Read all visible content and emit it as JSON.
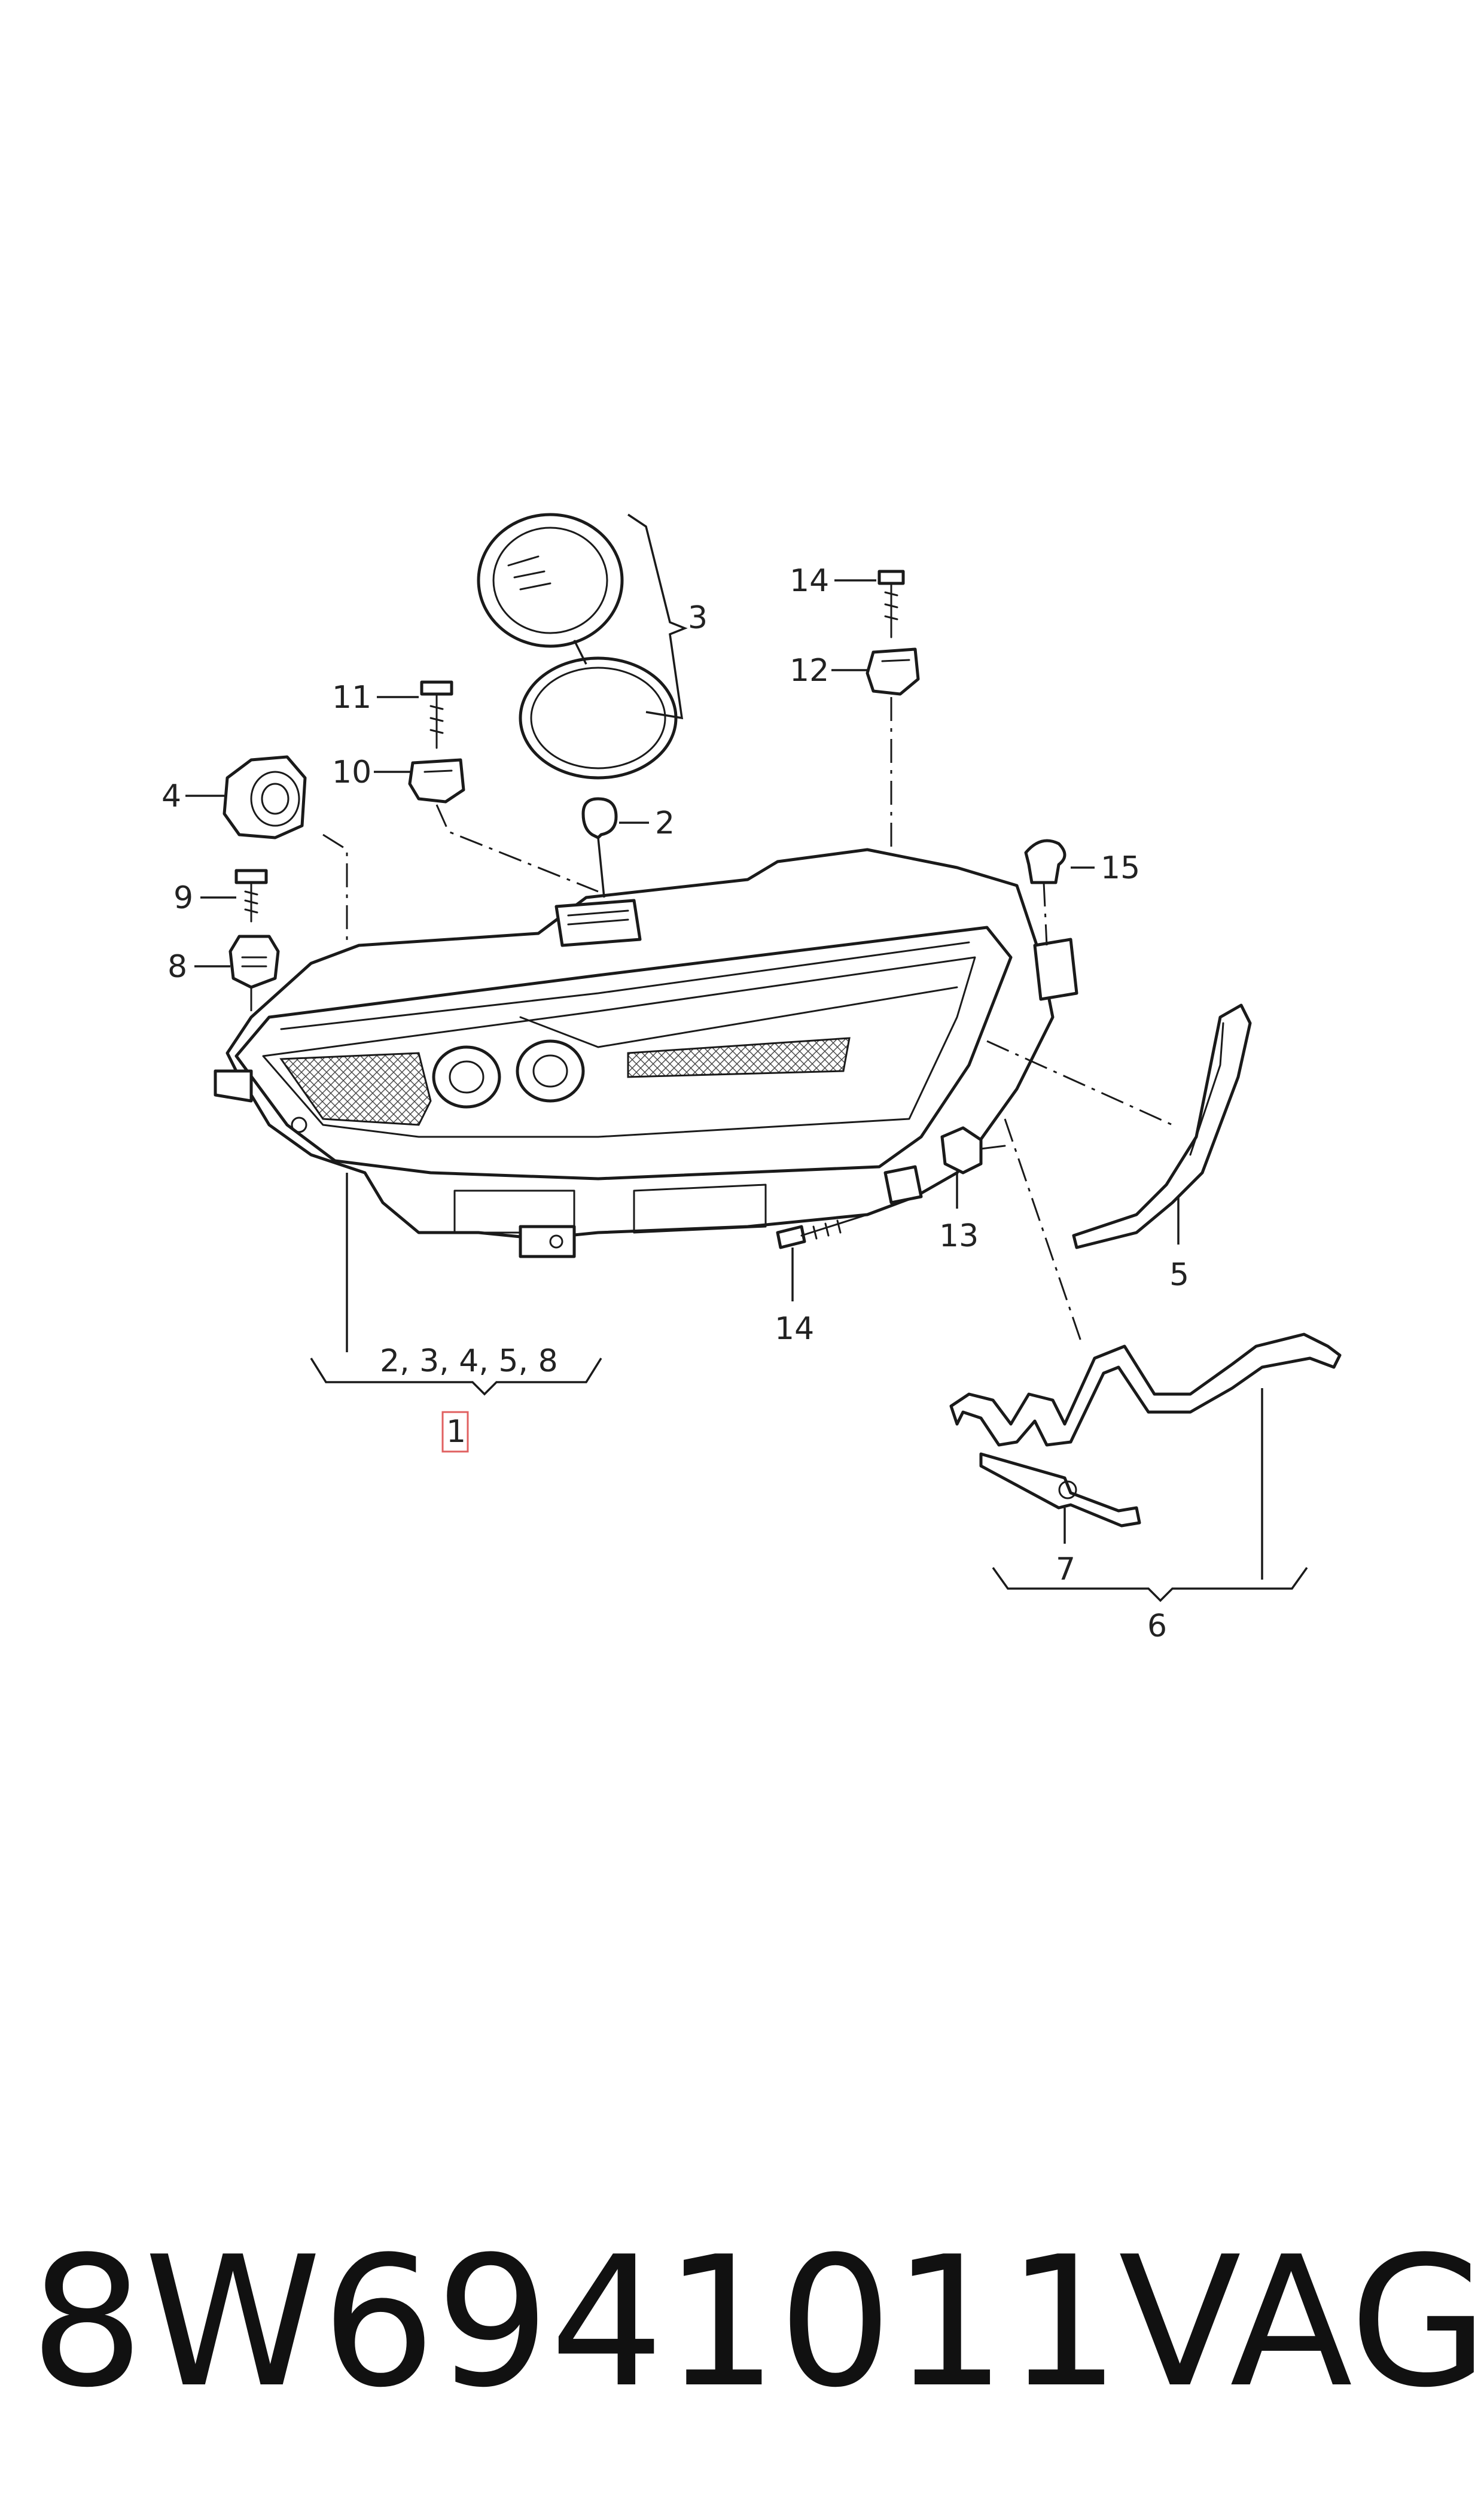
{
  "diagram": {
    "callouts": {
      "c1": "1",
      "c2": "2",
      "c3": "3",
      "c4": "4",
      "c5": "5",
      "c6": "6",
      "c7": "7",
      "c8": "8",
      "c9": "9",
      "c10": "10",
      "c11": "11",
      "c12": "12",
      "c13": "13",
      "c14a": "14",
      "c14b": "14",
      "c15": "15",
      "group_1": "2, 3, 4, 5, 8"
    }
  },
  "footer": {
    "part_number": "8W6941011",
    "brand": "VAG"
  }
}
